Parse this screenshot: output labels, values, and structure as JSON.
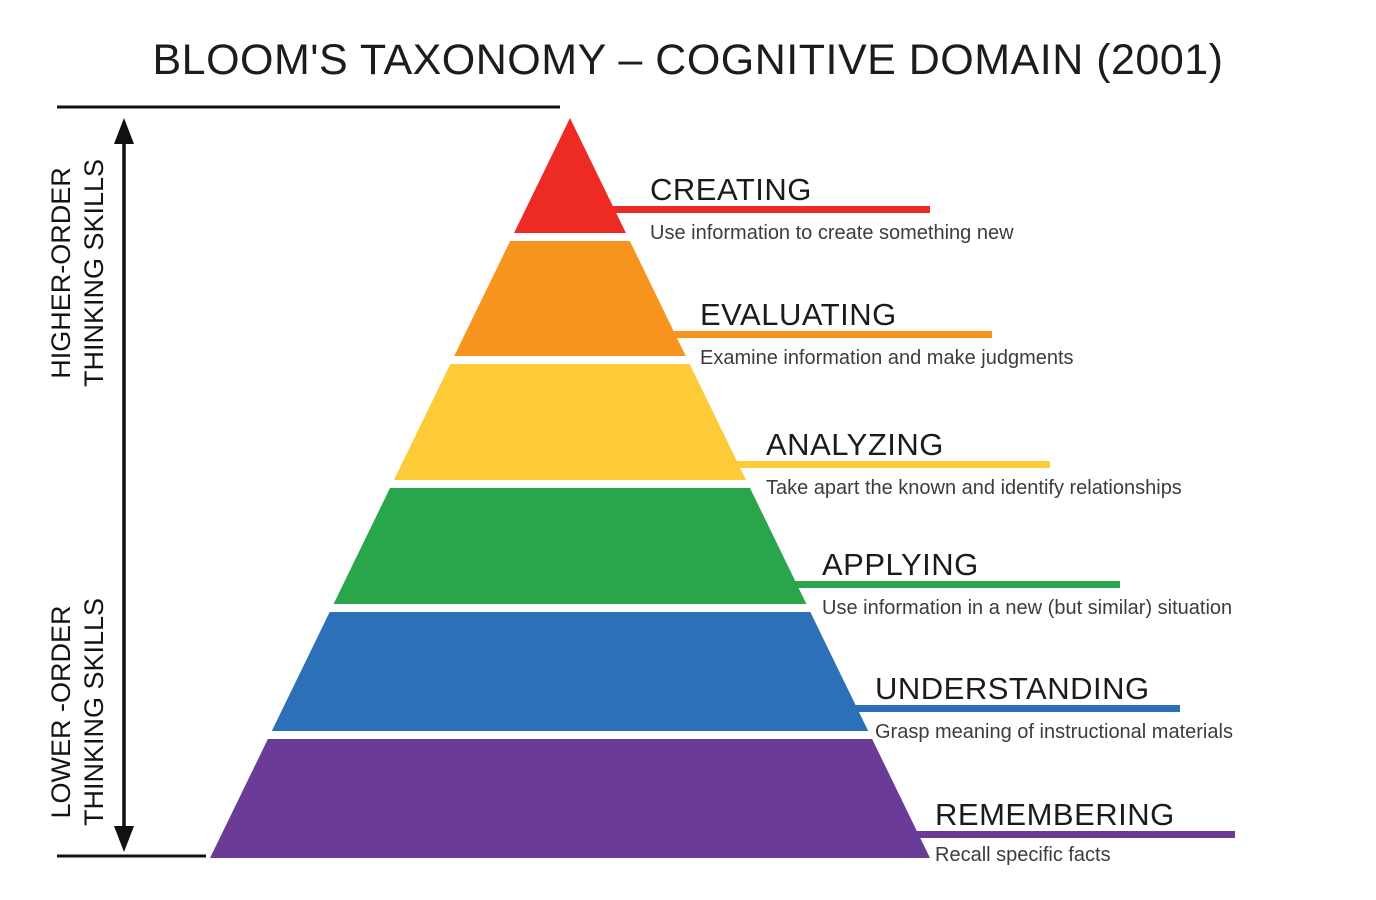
{
  "title": "BLOOM'S TAXONOMY – COGNITIVE DOMAIN (2001)",
  "axis": {
    "higher_line1": "HIGHER-ORDER",
    "higher_line2": "THINKING SKILLS",
    "lower_line1": "LOWER -ORDER",
    "lower_line2": "THINKING SKILLS"
  },
  "levels": [
    {
      "name": "CREATING",
      "description": "Use information to create something new",
      "color": "#EE2A24"
    },
    {
      "name": "EVALUATING",
      "description": "Examine information and make judgments",
      "color": "#F7941E"
    },
    {
      "name": "ANALYZING",
      "description": "Take apart the known and identify relationships",
      "color": "#FDCB38"
    },
    {
      "name": "APPLYING",
      "description": "Use information in a new (but similar) situation",
      "color": "#29A64B"
    },
    {
      "name": "UNDERSTANDING",
      "description": "Grasp meaning of instructional materials",
      "color": "#2C71B8"
    },
    {
      "name": "REMEMBERING",
      "description": "Recall specific facts",
      "color": "#6A3C97"
    }
  ]
}
